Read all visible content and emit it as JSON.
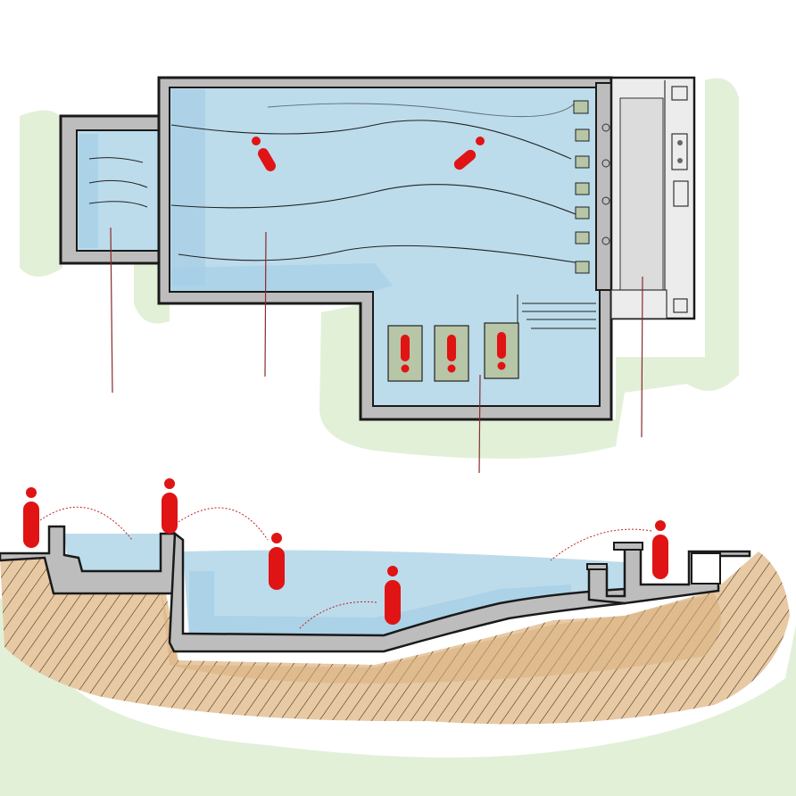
{
  "diagram": {
    "kind": "pool-plan-and-section-sketch",
    "labels": [],
    "colors": {
      "water": "#bcdcec",
      "water_deep": "#a4cde6",
      "wall": "#bdbdbd",
      "outline": "#1a1a1a",
      "person": "#e01414",
      "marker": "#8a2a2a",
      "lawn": "#e2f0d8",
      "soil": "#e7c9a3",
      "hatch": "#3a2a1a",
      "deck": "#ececec",
      "step": "#b7c6a6"
    },
    "plan": {
      "zones": [
        {
          "name": "spa-pool",
          "icon": "pool-zone"
        },
        {
          "name": "main-pool",
          "icon": "pool-zone"
        },
        {
          "name": "shallow-bay",
          "icon": "pool-zone"
        },
        {
          "name": "pool-deck",
          "icon": "deck-zone"
        }
      ],
      "people": [
        {
          "pose": "swimming",
          "icon": "swimmer-icon"
        },
        {
          "pose": "swimming",
          "icon": "swimmer-icon"
        },
        {
          "pose": "lounging",
          "icon": "lounger-icon"
        },
        {
          "pose": "lounging",
          "icon": "lounger-icon"
        },
        {
          "pose": "lounging",
          "icon": "lounger-icon"
        }
      ]
    },
    "section": {
      "people": [
        {
          "pose": "standing",
          "icon": "person-icon"
        },
        {
          "pose": "standing",
          "icon": "person-icon"
        },
        {
          "pose": "wading",
          "icon": "person-icon"
        },
        {
          "pose": "wading",
          "icon": "person-icon"
        },
        {
          "pose": "standing",
          "icon": "person-icon"
        }
      ],
      "arcs": 4
    }
  }
}
